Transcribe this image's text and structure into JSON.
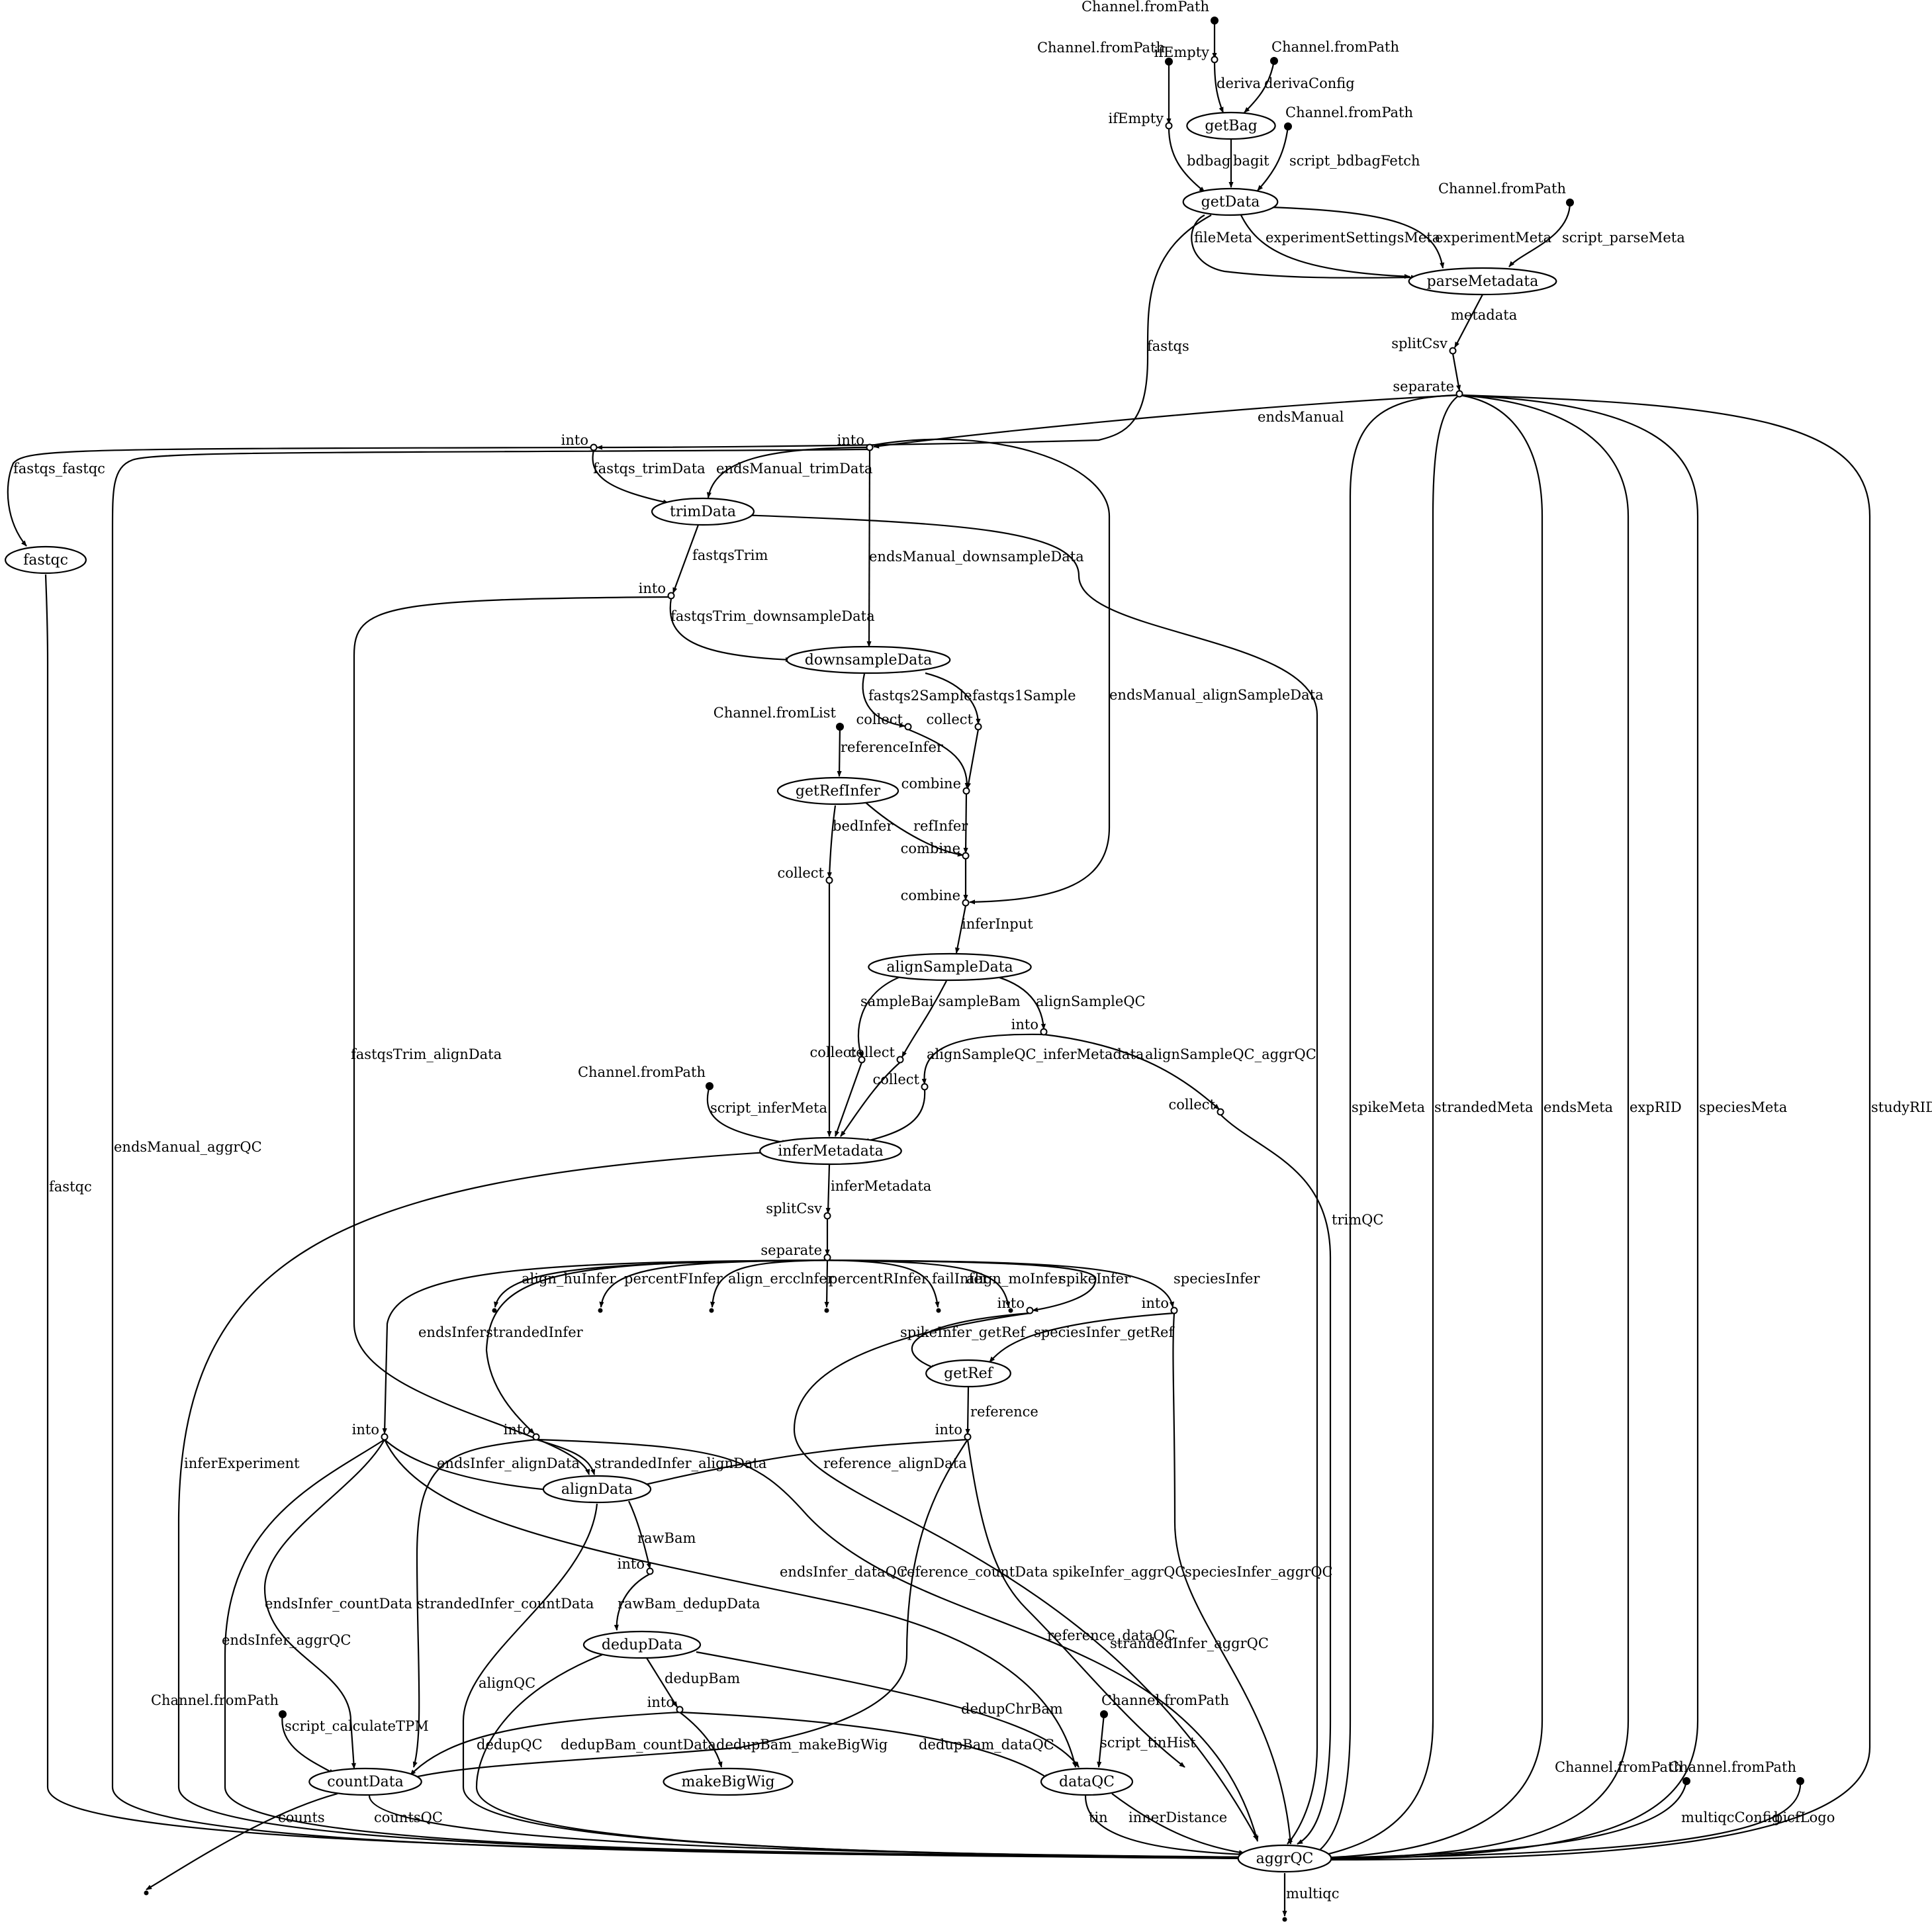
{
  "nodes": [
    {
      "id": "src_deriva",
      "kind": "source",
      "label": "Channel.fromPath"
    },
    {
      "id": "ifEmpty1",
      "kind": "operator",
      "label": "ifEmpty"
    },
    {
      "id": "src_derivaConfig",
      "kind": "source",
      "label": "Channel.fromPath"
    },
    {
      "id": "src_bdbag",
      "kind": "source",
      "label": "Channel.fromPath"
    },
    {
      "id": "ifEmpty2",
      "kind": "operator",
      "label": "ifEmpty"
    },
    {
      "id": "getBag",
      "kind": "process",
      "label": "getBag"
    },
    {
      "id": "src_bdbagFetch",
      "kind": "source",
      "label": "Channel.fromPath"
    },
    {
      "id": "getData",
      "kind": "process",
      "label": "getData"
    },
    {
      "id": "src_parseMeta",
      "kind": "source",
      "label": "Channel.fromPath"
    },
    {
      "id": "parseMetadata",
      "kind": "process",
      "label": "parseMetadata"
    },
    {
      "id": "splitCsv1",
      "kind": "operator",
      "label": "splitCsv"
    },
    {
      "id": "separate1",
      "kind": "operator",
      "label": "separate"
    },
    {
      "id": "into_fastqs",
      "kind": "operator",
      "label": "into"
    },
    {
      "id": "into_endsManual",
      "kind": "operator",
      "label": "into"
    },
    {
      "id": "fastqc",
      "kind": "process",
      "label": "fastqc"
    },
    {
      "id": "trimData",
      "kind": "process",
      "label": "trimData"
    },
    {
      "id": "into_fastqsTrim",
      "kind": "operator",
      "label": "into"
    },
    {
      "id": "downsampleData",
      "kind": "process",
      "label": "downsampleData"
    },
    {
      "id": "collect_f2",
      "kind": "operator",
      "label": "collect"
    },
    {
      "id": "collect_f1",
      "kind": "operator",
      "label": "collect"
    },
    {
      "id": "src_refInfer",
      "kind": "source",
      "label": "Channel.fromList"
    },
    {
      "id": "getRefInfer",
      "kind": "process",
      "label": "getRefInfer"
    },
    {
      "id": "combine1",
      "kind": "operator",
      "label": "combine"
    },
    {
      "id": "combine2",
      "kind": "operator",
      "label": "combine"
    },
    {
      "id": "combine3",
      "kind": "operator",
      "label": "combine"
    },
    {
      "id": "collect_bed",
      "kind": "operator",
      "label": "collect"
    },
    {
      "id": "alignSampleData",
      "kind": "process",
      "label": "alignSampleData"
    },
    {
      "id": "into_alignSampleQC",
      "kind": "operator",
      "label": "into"
    },
    {
      "id": "collect_bai",
      "kind": "operator",
      "label": "collect"
    },
    {
      "id": "collect_bam",
      "kind": "operator",
      "label": "collect"
    },
    {
      "id": "collect_asqc",
      "kind": "operator",
      "label": "collect"
    },
    {
      "id": "collect_asqc_aggr",
      "kind": "operator",
      "label": "collect"
    },
    {
      "id": "src_inferMeta",
      "kind": "source",
      "label": "Channel.fromPath"
    },
    {
      "id": "inferMetadata",
      "kind": "process",
      "label": "inferMetadata"
    },
    {
      "id": "splitCsv2",
      "kind": "operator",
      "label": "splitCsv"
    },
    {
      "id": "separate2",
      "kind": "operator",
      "label": "separate"
    },
    {
      "id": "sink_hu",
      "kind": "sink",
      "label": ""
    },
    {
      "id": "sink_pf",
      "kind": "sink",
      "label": ""
    },
    {
      "id": "sink_ercc",
      "kind": "sink",
      "label": ""
    },
    {
      "id": "sink_pr",
      "kind": "sink",
      "label": ""
    },
    {
      "id": "sink_fail",
      "kind": "sink",
      "label": ""
    },
    {
      "id": "sink_mo",
      "kind": "sink",
      "label": ""
    },
    {
      "id": "into_spike",
      "kind": "operator",
      "label": "into"
    },
    {
      "id": "into_species",
      "kind": "operator",
      "label": "into"
    },
    {
      "id": "getRef",
      "kind": "process",
      "label": "getRef"
    },
    {
      "id": "into_ends",
      "kind": "operator",
      "label": "into"
    },
    {
      "id": "into_stranded",
      "kind": "operator",
      "label": "into"
    },
    {
      "id": "into_reference",
      "kind": "operator",
      "label": "into"
    },
    {
      "id": "alignData",
      "kind": "process",
      "label": "alignData"
    },
    {
      "id": "into_rawBam",
      "kind": "operator",
      "label": "into"
    },
    {
      "id": "dedupData",
      "kind": "process",
      "label": "dedupData"
    },
    {
      "id": "into_dedupBam",
      "kind": "operator",
      "label": "into"
    },
    {
      "id": "src_calcTPM",
      "kind": "source",
      "label": "Channel.fromPath"
    },
    {
      "id": "countData",
      "kind": "process",
      "label": "countData"
    },
    {
      "id": "makeBigWig",
      "kind": "process",
      "label": "makeBigWig"
    },
    {
      "id": "src_tinHist",
      "kind": "source",
      "label": "Channel.fromPath"
    },
    {
      "id": "dataQC",
      "kind": "process",
      "label": "dataQC"
    },
    {
      "id": "src_multiqcConfig",
      "kind": "source",
      "label": "Channel.fromPath"
    },
    {
      "id": "src_bicfLogo",
      "kind": "source",
      "label": "Channel.fromPath"
    },
    {
      "id": "aggrQC",
      "kind": "process",
      "label": "aggrQC"
    },
    {
      "id": "sink_counts",
      "kind": "sink",
      "label": ""
    },
    {
      "id": "sink_multiqc",
      "kind": "sink",
      "label": ""
    }
  ],
  "edges": [
    {
      "from": "src_deriva",
      "to": "ifEmpty1",
      "label": ""
    },
    {
      "from": "ifEmpty1",
      "to": "getBag",
      "label": "deriva"
    },
    {
      "from": "src_derivaConfig",
      "to": "getBag",
      "label": "derivaConfig"
    },
    {
      "from": "src_bdbag",
      "to": "ifEmpty2",
      "label": ""
    },
    {
      "from": "ifEmpty2",
      "to": "getData",
      "label": "bdbag"
    },
    {
      "from": "getBag",
      "to": "getData",
      "label": "bagit"
    },
    {
      "from": "src_bdbagFetch",
      "to": "getData",
      "label": "script_bdbagFetch"
    },
    {
      "from": "getData",
      "to": "parseMetadata",
      "label": "fileMeta"
    },
    {
      "from": "getData",
      "to": "parseMetadata",
      "label": "experimentSettingsMeta"
    },
    {
      "from": "getData",
      "to": "parseMetadata",
      "label": "experimentMeta"
    },
    {
      "from": "src_parseMeta",
      "to": "parseMetadata",
      "label": "script_parseMeta"
    },
    {
      "from": "getData",
      "to": "into_fastqs",
      "label": "fastqs"
    },
    {
      "from": "parseMetadata",
      "to": "splitCsv1",
      "label": "metadata"
    },
    {
      "from": "splitCsv1",
      "to": "separate1",
      "label": ""
    },
    {
      "from": "separate1",
      "to": "into_endsManual",
      "label": "endsManual"
    },
    {
      "from": "separate1",
      "to": "aggrQC",
      "label": "spikeMeta"
    },
    {
      "from": "separate1",
      "to": "aggrQC",
      "label": "strandedMeta"
    },
    {
      "from": "separate1",
      "to": "aggrQC",
      "label": "endsMeta"
    },
    {
      "from": "separate1",
      "to": "aggrQC",
      "label": "expRID"
    },
    {
      "from": "separate1",
      "to": "aggrQC",
      "label": "speciesMeta"
    },
    {
      "from": "separate1",
      "to": "aggrQC",
      "label": "studyRID"
    },
    {
      "from": "into_fastqs",
      "to": "fastqc",
      "label": "fastqs_fastqc"
    },
    {
      "from": "into_fastqs",
      "to": "trimData",
      "label": "fastqs_trimData"
    },
    {
      "from": "into_endsManual",
      "to": "trimData",
      "label": "endsManual_trimData"
    },
    {
      "from": "into_endsManual",
      "to": "downsampleData",
      "label": "endsManual_downsampleData"
    },
    {
      "from": "into_endsManual",
      "to": "combine3",
      "label": "endsManual_alignSampleData"
    },
    {
      "from": "into_endsManual",
      "to": "aggrQC",
      "label": "endsManual_aggrQC"
    },
    {
      "from": "fastqc",
      "to": "aggrQC",
      "label": "fastqc"
    },
    {
      "from": "trimData",
      "to": "into_fastqsTrim",
      "label": "fastqsTrim"
    },
    {
      "from": "trimData",
      "to": "aggrQC",
      "label": "trimQC"
    },
    {
      "from": "into_fastqsTrim",
      "to": "downsampleData",
      "label": "fastqsTrim_downsampleData"
    },
    {
      "from": "into_fastqsTrim",
      "to": "alignData",
      "label": "fastqsTrim_alignData"
    },
    {
      "from": "downsampleData",
      "to": "collect_f2",
      "label": "fastqs2Sample"
    },
    {
      "from": "downsampleData",
      "to": "collect_f1",
      "label": "fastqs1Sample"
    },
    {
      "from": "collect_f2",
      "to": "combine1",
      "label": ""
    },
    {
      "from": "collect_f1",
      "to": "combine1",
      "label": ""
    },
    {
      "from": "src_refInfer",
      "to": "getRefInfer",
      "label": "referenceInfer"
    },
    {
      "from": "getRefInfer",
      "to": "combine2",
      "label": "refInfer"
    },
    {
      "from": "combine1",
      "to": "combine2",
      "label": ""
    },
    {
      "from": "getRefInfer",
      "to": "collect_bed",
      "label": "bedInfer"
    },
    {
      "from": "combine2",
      "to": "combine3",
      "label": ""
    },
    {
      "from": "combine3",
      "to": "alignSampleData",
      "label": "inferInput"
    },
    {
      "from": "alignSampleData",
      "to": "collect_bai",
      "label": "sampleBai"
    },
    {
      "from": "alignSampleData",
      "to": "collect_bam",
      "label": "sampleBam"
    },
    {
      "from": "alignSampleData",
      "to": "into_alignSampleQC",
      "label": "alignSampleQC"
    },
    {
      "from": "into_alignSampleQC",
      "to": "collect_asqc",
      "label": "alignSampleQC_inferMetadata"
    },
    {
      "from": "into_alignSampleQC",
      "to": "collect_asqc_aggr",
      "label": "alignSampleQC_aggrQC"
    },
    {
      "from": "collect_bed",
      "to": "inferMetadata",
      "label": ""
    },
    {
      "from": "collect_bai",
      "to": "inferMetadata",
      "label": ""
    },
    {
      "from": "collect_bam",
      "to": "inferMetadata",
      "label": ""
    },
    {
      "from": "collect_asqc",
      "to": "inferMetadata",
      "label": ""
    },
    {
      "from": "collect_asqc_aggr",
      "to": "aggrQC",
      "label": ""
    },
    {
      "from": "src_inferMeta",
      "to": "inferMetadata",
      "label": "script_inferMeta"
    },
    {
      "from": "inferMetadata",
      "to": "splitCsv2",
      "label": "inferMetadata"
    },
    {
      "from": "inferMetadata",
      "to": "aggrQC",
      "label": "inferExperiment"
    },
    {
      "from": "splitCsv2",
      "to": "separate2",
      "label": ""
    },
    {
      "from": "separate2",
      "to": "sink_hu",
      "label": "align_huInfer"
    },
    {
      "from": "separate2",
      "to": "sink_pf",
      "label": "percentFInfer"
    },
    {
      "from": "separate2",
      "to": "sink_ercc",
      "label": "align_ercclnfer"
    },
    {
      "from": "separate2",
      "to": "sink_pr",
      "label": "percentRInfer"
    },
    {
      "from": "separate2",
      "to": "sink_fail",
      "label": "failInfer"
    },
    {
      "from": "separate2",
      "to": "sink_mo",
      "label": "align_moInfer"
    },
    {
      "from": "separate2",
      "to": "into_spike",
      "label": "spikeInfer"
    },
    {
      "from": "separate2",
      "to": "into_species",
      "label": "speciesInfer"
    },
    {
      "from": "separate2",
      "to": "into_ends",
      "label": "endsInfer"
    },
    {
      "from": "separate2",
      "to": "into_stranded",
      "label": "strandedInfer"
    },
    {
      "from": "into_spike",
      "to": "getRef",
      "label": "spikeInfer_getRef"
    },
    {
      "from": "into_species",
      "to": "getRef",
      "label": "speciesInfer_getRef"
    },
    {
      "from": "into_spike",
      "to": "aggrQC",
      "label": "spikeInfer_aggrQC"
    },
    {
      "from": "into_species",
      "to": "aggrQC",
      "label": "speciesInfer_aggrQC"
    },
    {
      "from": "getRef",
      "to": "into_reference",
      "label": "reference"
    },
    {
      "from": "into_reference",
      "to": "alignData",
      "label": "reference_alignData"
    },
    {
      "from": "into_reference",
      "to": "countData",
      "label": "reference_countData"
    },
    {
      "from": "into_reference",
      "to": "dataQC",
      "label": "reference_dataQC"
    },
    {
      "from": "into_ends",
      "to": "alignData",
      "label": "endsInfer_alignData"
    },
    {
      "from": "into_ends",
      "to": "countData",
      "label": "endsInfer_countData"
    },
    {
      "from": "into_ends",
      "to": "dataQC",
      "label": "endsInfer_dataQC"
    },
    {
      "from": "into_ends",
      "to": "aggrQC",
      "label": "endsInfer_aggrQC"
    },
    {
      "from": "into_stranded",
      "to": "alignData",
      "label": "strandedInfer_alignData"
    },
    {
      "from": "into_stranded",
      "to": "countData",
      "label": "strandedInfer_countData"
    },
    {
      "from": "into_stranded",
      "to": "aggrQC",
      "label": "strandedInfer_aggrQC"
    },
    {
      "from": "alignData",
      "to": "into_rawBam",
      "label": "rawBam"
    },
    {
      "from": "alignData",
      "to": "aggrQC",
      "label": "alignQC"
    },
    {
      "from": "into_rawBam",
      "to": "dedupData",
      "label": "rawBam_dedupData"
    },
    {
      "from": "dedupData",
      "to": "into_dedupBam",
      "label": "dedupBam"
    },
    {
      "from": "dedupData",
      "to": "dataQC",
      "label": "dedupChrBam"
    },
    {
      "from": "dedupData",
      "to": "aggrQC",
      "label": "dedupQC"
    },
    {
      "from": "into_dedupBam",
      "to": "countData",
      "label": "dedupBam_countData"
    },
    {
      "from": "into_dedupBam",
      "to": "makeBigWig",
      "label": "dedupBam_makeBigWig"
    },
    {
      "from": "into_dedupBam",
      "to": "dataQC",
      "label": "dedupBam_dataQC"
    },
    {
      "from": "src_calcTPM",
      "to": "countData",
      "label": "script_calculateTPM"
    },
    {
      "from": "src_tinHist",
      "to": "dataQC",
      "label": "script_tinHist"
    },
    {
      "from": "countData",
      "to": "sink_counts",
      "label": "counts"
    },
    {
      "from": "countData",
      "to": "aggrQC",
      "label": "countsQC"
    },
    {
      "from": "dataQC",
      "to": "aggrQC",
      "label": "tin"
    },
    {
      "from": "dataQC",
      "to": "aggrQC",
      "label": "innerDistance"
    },
    {
      "from": "src_multiqcConfig",
      "to": "aggrQC",
      "label": "multiqcConfig"
    },
    {
      "from": "src_bicfLogo",
      "to": "aggrQC",
      "label": "bicfLogo"
    },
    {
      "from": "aggrQC",
      "to": "sink_multiqc",
      "label": "multiqc"
    }
  ]
}
